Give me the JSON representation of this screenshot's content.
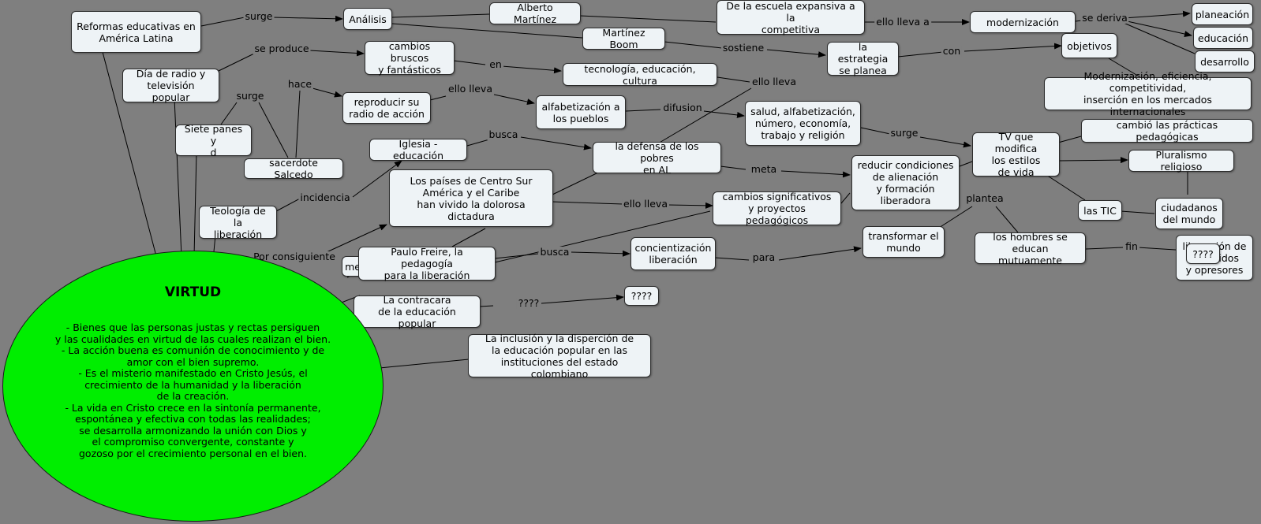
{
  "colors": {
    "background": "#7f7f7f",
    "node_fill": "#eef3f6",
    "virtud_fill": "#00ee00"
  },
  "virtud": {
    "title": "VIRTUD",
    "body": "- Bienes que las personas justas y rectas persiguen\ny las cualidades en virtud de las cuales realizan el bien.\n- La acción buena es comunión de conocimiento y de\namor con el bien supremo.\n- Es el misterio manifestado en Cristo Jesús, el\ncrecimiento de la humanidad y la liberación\nde la creación.\n- La vida en Cristo crece en la sintonía permanente,\nespontánea y efectiva con todas las realidades;\nse desarrolla armonizando la unión con Dios y\nel compromiso convergente, constante y\ngozoso por el crecimiento personal en el bien."
  },
  "nodes": {
    "reformas": "Reformas educativas en\nAmérica Latina",
    "analisis": "Análisis",
    "alberto": "Alberto Martínez",
    "escuela": "De la escuela expansiva a la\ncompetitiva",
    "modernizacion": "modernización",
    "planeacion": "planeación",
    "educacion": "educación",
    "desarrollo": "desarrollo",
    "martinez_boom": "Martínez Boom",
    "estrategia": "la estrategia\nse planea",
    "objetivos": "objetivos",
    "moderniz_ef": "Modernización, eficiencia, competitividad,\ninserción en los mercados internacionales",
    "radio": "Día de radio y\ntelevisión popular",
    "cambios_bruscos": "cambios bruscos\ny fantásticos",
    "tecnologia": "tecnología, educación, cultura",
    "reproducir": "reproducir su\nradio de acción",
    "alfabetizacion": "alfabetización a\nlos pueblos",
    "salud": "salud, alfabetización,\nnúmero, economía,\ntrabajo y religión",
    "siete_panes": "Siete panes y\nd",
    "sacerdote": "sacerdote Salcedo",
    "iglesia": "Iglesia -educación",
    "defensa": "la defensa de los pobres\nen AL",
    "tv": "TV que modifica\nlos estilos\nde vida",
    "cambio_practicas": "cambió las prácticas pedagógicas",
    "pluralismo": "Pluralismo religioso",
    "paises": "Los países de Centro Sur\nAmérica y el Caribe\nhan vivido la dolorosa dictadura",
    "reducir": "reducir condiciones\nde alienación\ny formación\nliberadora",
    "teologia": "Teología de la\nliberación",
    "cambios_sig": "cambios significativos\ny proyectos pedagógicos",
    "las_tic": "las TIC",
    "ciudadanos": "ciudadanos\ndel mundo",
    "freire": "Paulo Freire, la pedagogía\npara la liberación",
    "me": "me",
    "concientizacion": "concientización\nliberación",
    "transformar": "transformar el\nmundo",
    "hombres": "los hombres se\neducan mutuamente",
    "liberacion_op": "liberación de\noprimidos\ny opresores",
    "q_overlay": "????",
    "contracara": "La contracara\nde la educación popular",
    "q_right": "????",
    "inclusion": "La inclusión y la disperción de\nla educación popular en las\ninstituciones del estado colombiano"
  },
  "links": {
    "surge1": "surge",
    "ello_lleva_a": "ello lleva a",
    "se_deriva": "se deriva",
    "sostiene": "sostiene",
    "con": "con",
    "se_produce": "se produce",
    "en": "en",
    "surge2": "surge",
    "hace": "hace",
    "ello_lleva1": "ello lleva",
    "ello_lleva2": "ello lleva",
    "difusion": "difusion",
    "busca1": "busca",
    "surge3": "surge",
    "meta": "meta",
    "incidencia": "incidencia",
    "ello_lleva3": "ello lleva",
    "plantea": "plantea",
    "por_consiguiente": "Por consiguiente",
    "busca2": "busca",
    "para": "para",
    "fin": "fin",
    "q_link": "????"
  }
}
